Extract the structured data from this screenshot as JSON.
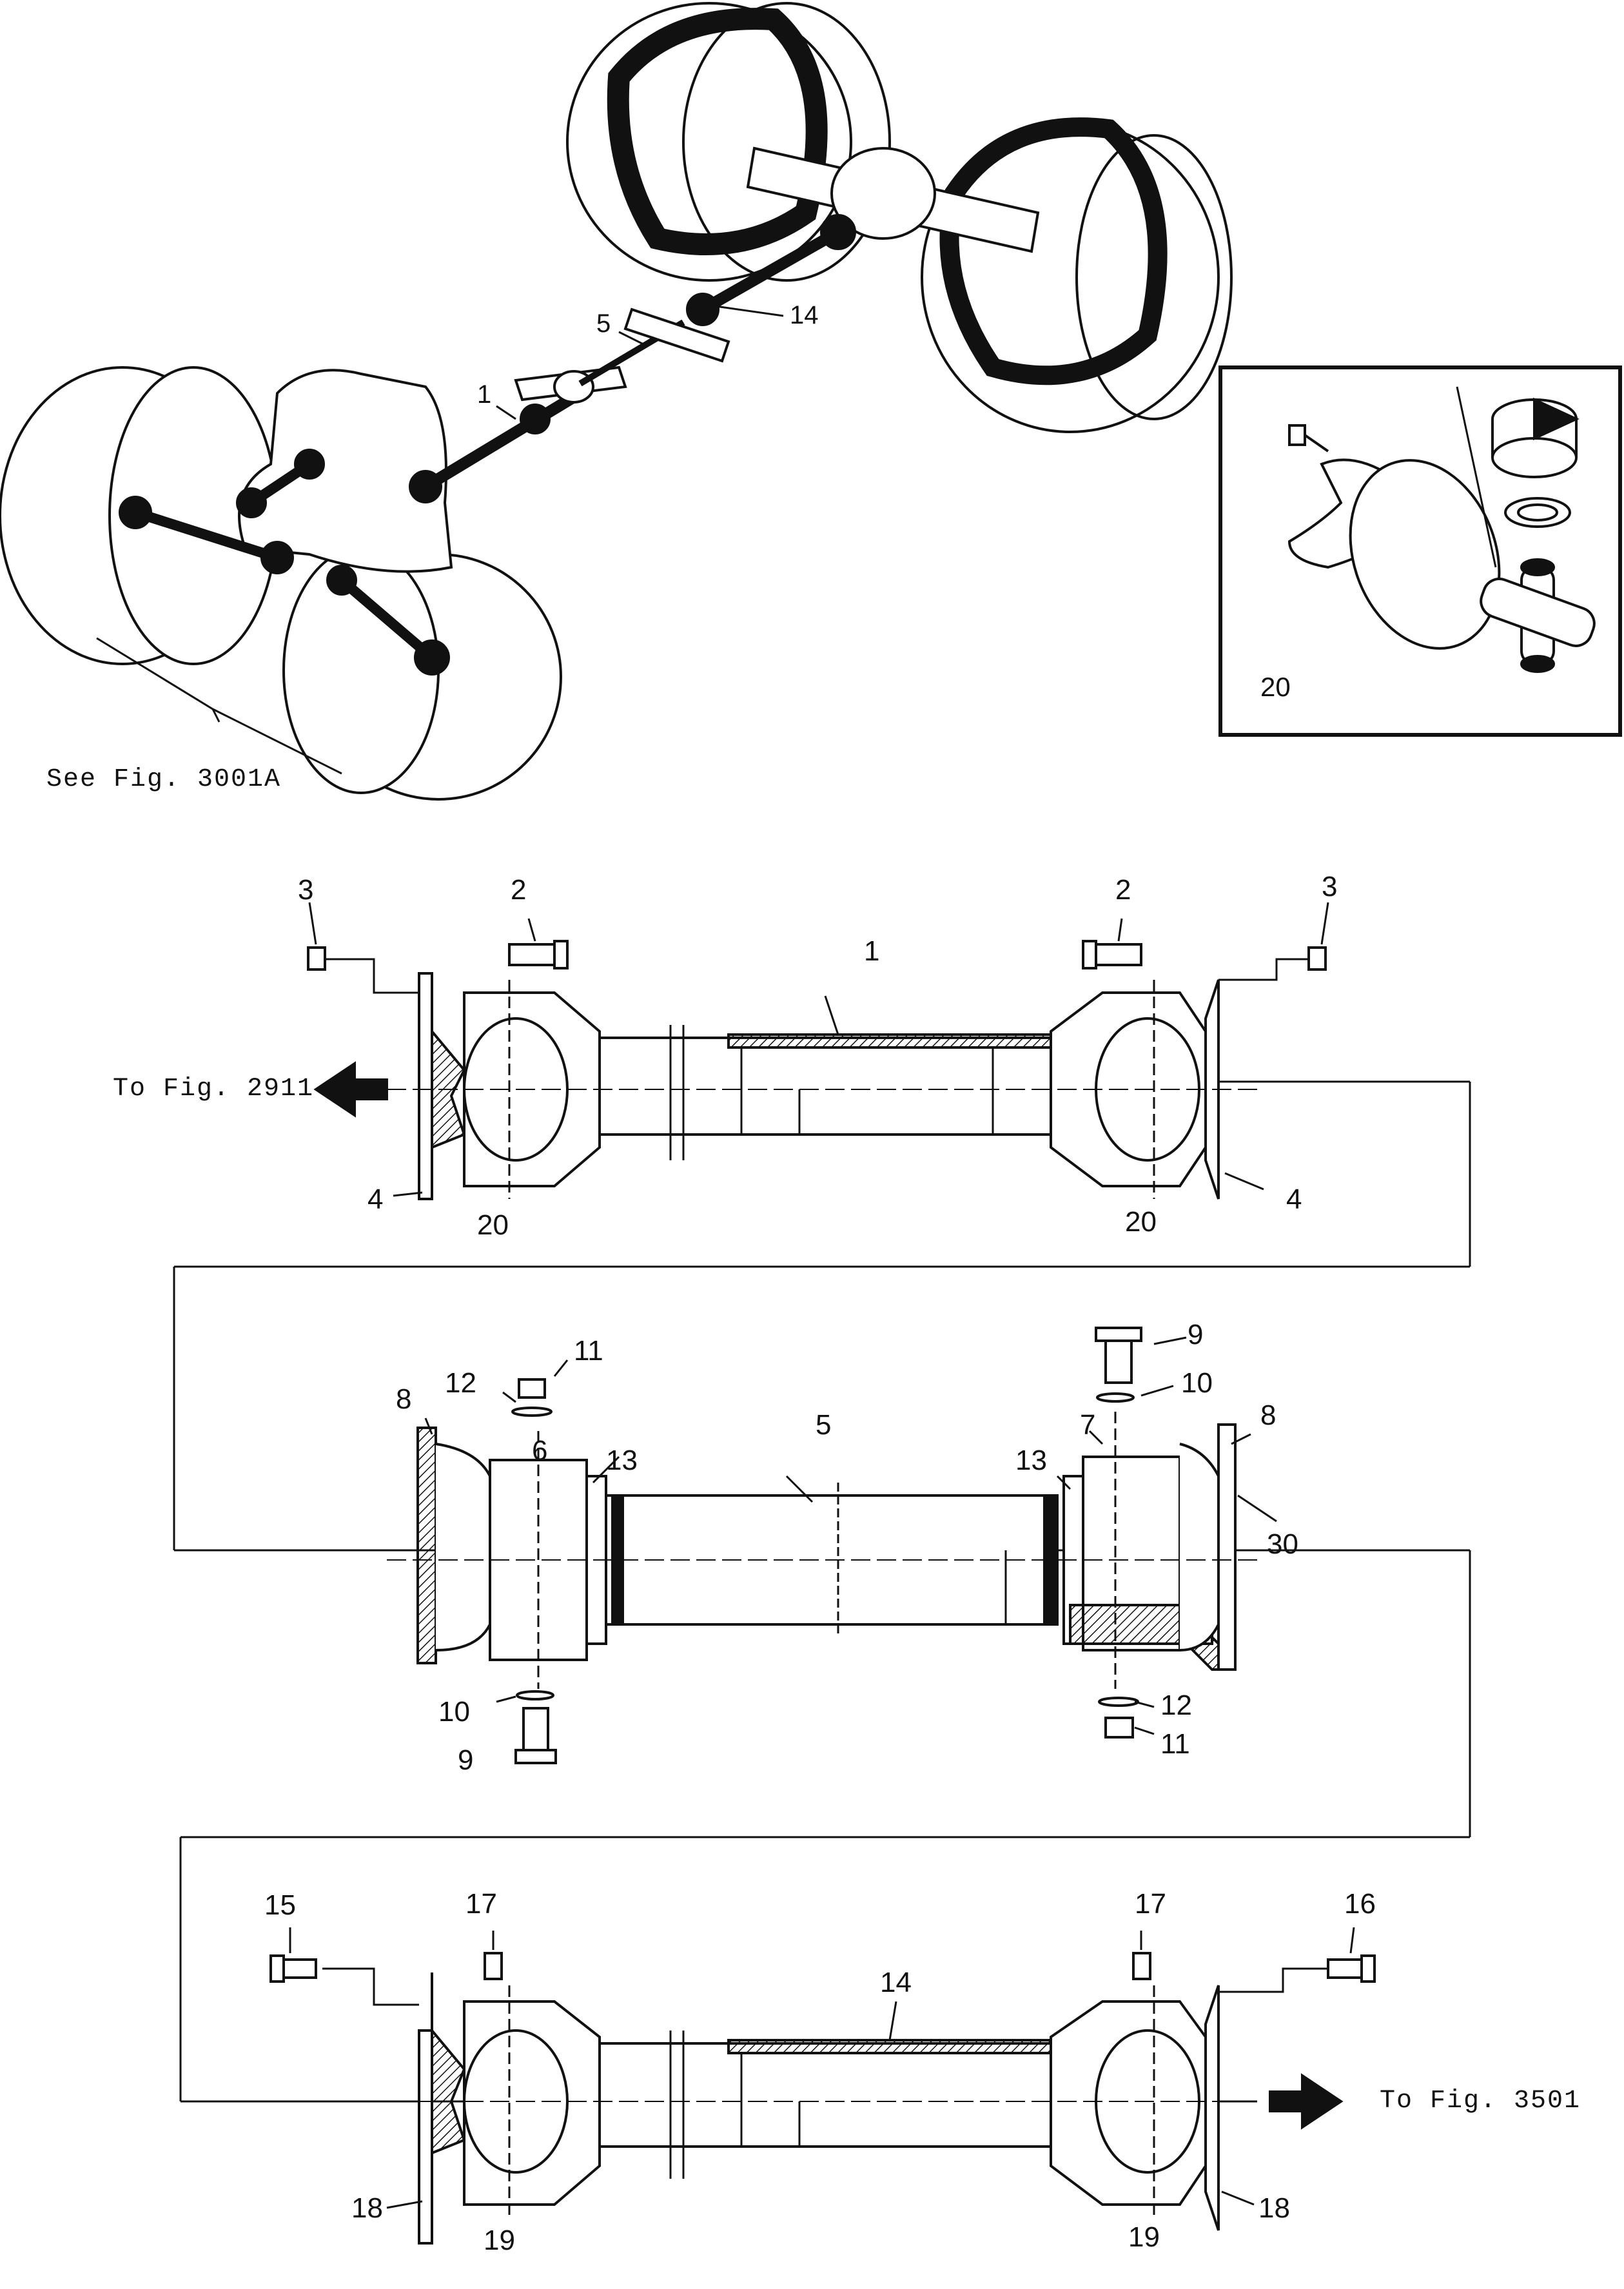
{
  "overview": {
    "callouts": [
      "1",
      "5",
      "14"
    ],
    "see_note": "See Fig. 3001A",
    "inset_callout": "20"
  },
  "shaft_1": {
    "callouts": {
      "shaft": "1",
      "bolt_left": "2",
      "bolt_right": "2",
      "nut_left": "3",
      "nut_right": "3",
      "flange_left": "4",
      "flange_right": "4",
      "joint_left": "20",
      "joint_right": "20"
    },
    "arrow_note": "To Fig. 2911"
  },
  "shaft_5": {
    "callouts": {
      "shaft": "5",
      "block_left": "6",
      "block_right": "7",
      "flange_left": "8",
      "flange_right": "8",
      "bolt_top": "9",
      "bolt_bottom": "9",
      "washer_top": "10",
      "washer_bottom": "10",
      "nut_top": "11",
      "nut_bottom": "11",
      "washer2_top": "12",
      "washer2_bottom": "12",
      "ring_left": "13",
      "ring_right": "13",
      "bearing": "30"
    }
  },
  "shaft_14": {
    "callouts": {
      "shaft": "14",
      "bolt_left": "15",
      "bolt_right": "16",
      "nut_left": "17",
      "nut_right": "17",
      "flange_left": "18",
      "flange_right": "18",
      "joint_left": "19",
      "joint_right": "19"
    },
    "arrow_note": "To Fig. 3501"
  }
}
